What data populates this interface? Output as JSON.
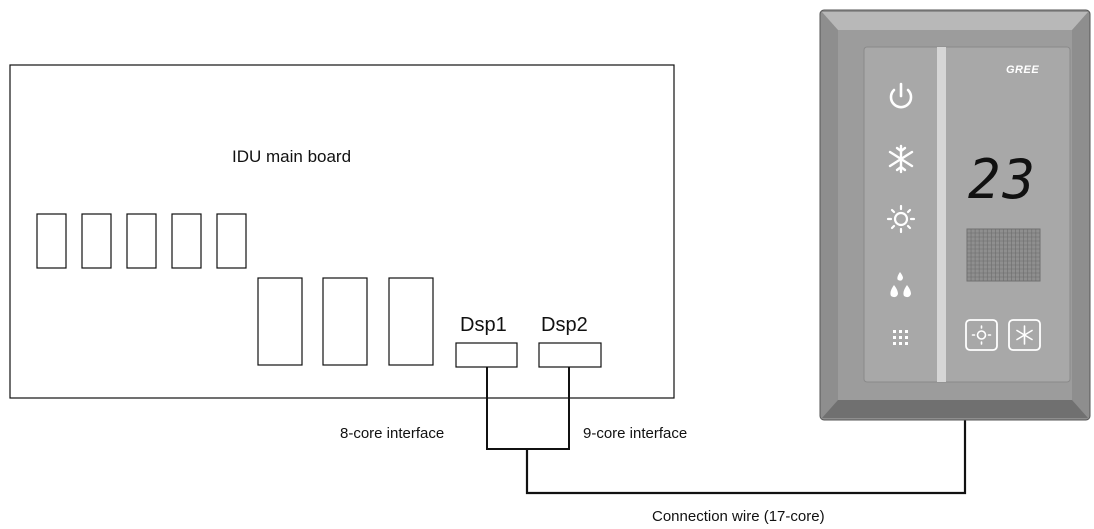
{
  "board": {
    "title": "IDU main board"
  },
  "ports": {
    "dsp1": "Dsp1",
    "dsp2": "Dsp2"
  },
  "interfaces": {
    "left": "8-core interface",
    "right": "9-core interface"
  },
  "wire": {
    "label": "Connection wire (17-core)"
  },
  "controller": {
    "brand": "GREE",
    "temperature": "23",
    "icons": [
      "power-icon",
      "snowflake-icon",
      "sun-icon",
      "droplets-icon",
      "dot-grid-icon",
      "sun-button-icon",
      "snowflake-button-icon"
    ]
  },
  "colors": {
    "controller_frame": "#9a9a9a",
    "controller_panel": "#a9a9a9",
    "line": "#111111"
  }
}
